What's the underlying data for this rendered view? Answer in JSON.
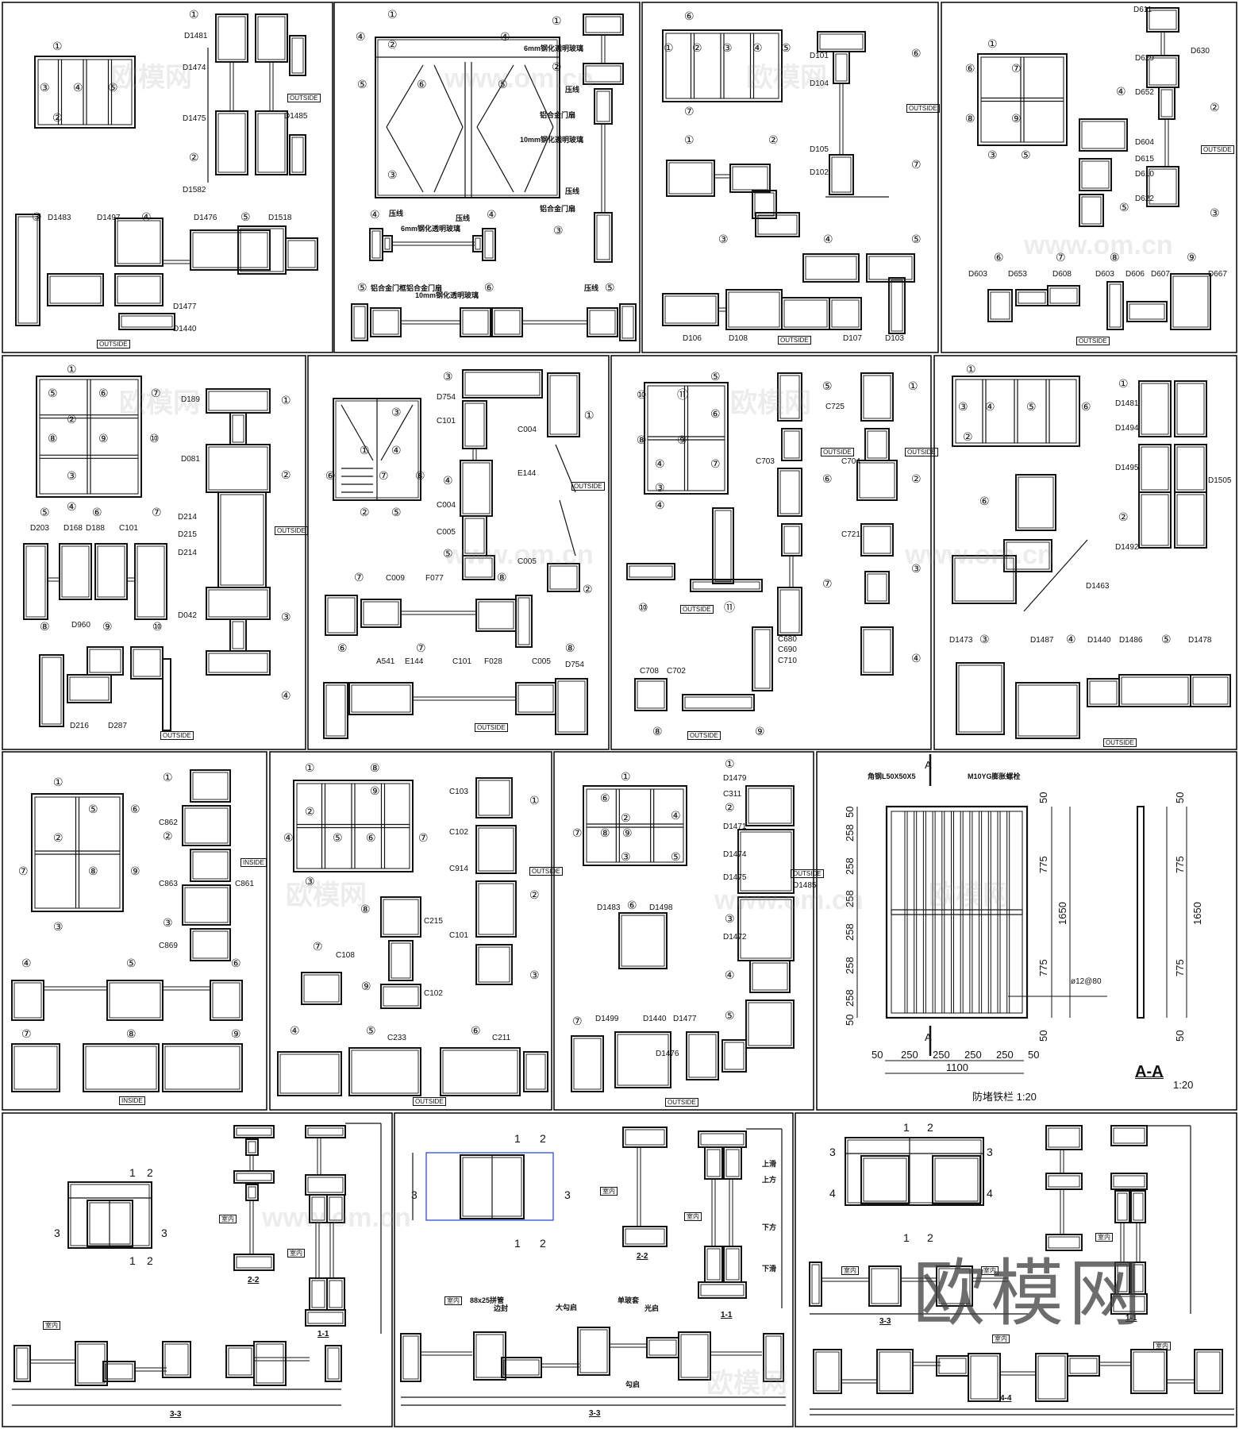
{
  "watermark": {
    "logo": "欧模网",
    "url": "www.om.cn"
  },
  "panels": [
    {
      "labels": [
        "①",
        "D1481",
        "D1474",
        "OUTSIDE",
        "D1475",
        "D1485",
        "②",
        "D1582",
        "①",
        "③",
        "④",
        "⑤",
        "②",
        "③",
        "D1483",
        "D1497",
        "④",
        "D1476",
        "⑤",
        "D1518",
        "D1477",
        "D1440",
        "OUTSIDE"
      ]
    },
    {
      "labels": [
        "①",
        "②",
        "④",
        "④",
        "⑤",
        "⑥",
        "⑤",
        "③",
        "①",
        "6mm钢化透明玻璃",
        "②",
        "压线",
        "铝合金门扇",
        "10mm钢化透明玻璃",
        "压线",
        "铝合金门扇",
        "③",
        "④",
        "压线",
        "6mm钢化透明玻璃",
        "压线",
        "④",
        "⑤",
        "铝合金门框铝合金门扇",
        "10mm钢化透明玻璃",
        "⑥",
        "压线",
        "⑤"
      ]
    },
    {
      "labels": [
        "⑥",
        "①",
        "②",
        "③",
        "④",
        "⑤",
        "⑦",
        "D101",
        "D104",
        "OUTSIDE",
        "⑥",
        "①",
        "②",
        "D105",
        "D102",
        "⑦",
        "③",
        "④",
        "⑤",
        "D106",
        "D108",
        "OUTSIDE",
        "D107",
        "D103"
      ]
    },
    {
      "labels": [
        "D611",
        "D630",
        "①",
        "⑥",
        "⑦",
        "D629",
        "D652",
        "④",
        "②",
        "⑧",
        "⑨",
        "③",
        "⑤",
        "D604",
        "OUTSIDE",
        "D615",
        "D610",
        "D622",
        "⑤",
        "③",
        "⑥",
        "⑦",
        "⑧",
        "⑨",
        "D603",
        "D653",
        "D608",
        "D603",
        "D606",
        "D607",
        "D667",
        "OUTSIDE"
      ]
    },
    {
      "labels": [
        "①",
        "⑤",
        "⑥",
        "⑦",
        "②",
        "⑧",
        "⑨",
        "⑩",
        "③",
        "④",
        "D189",
        "①",
        "D081",
        "②",
        "OUTSIDE",
        "D214",
        "D215",
        "D214",
        "D042",
        "③",
        "④",
        "⑤",
        "⑥",
        "⑦",
        "D203",
        "D168",
        "D188",
        "C101",
        "⑧",
        "D960",
        "⑨",
        "⑩",
        "D216",
        "D287",
        "OUTSIDE"
      ]
    },
    {
      "labels": [
        "③",
        "D754",
        "C101",
        "C004",
        "①",
        "③",
        "④",
        "①",
        "⑥",
        "⑦",
        "⑧",
        "②",
        "⑤",
        "E144",
        "OUTSIDE",
        "④",
        "C004",
        "C005",
        "⑤",
        "C005",
        "②",
        "⑦",
        "C009",
        "F077",
        "⑧",
        "⑥",
        "⑦",
        "⑧",
        "A541",
        "E144",
        "C101",
        "F028",
        "C005",
        "D754",
        "OUTSIDE"
      ]
    },
    {
      "labels": [
        "⑩",
        "⑪",
        "⑤",
        "⑥",
        "⑧",
        "⑨",
        "④",
        "⑦",
        "③",
        "④",
        "⑤",
        "C725",
        "OUTSIDE",
        "C703",
        "⑥",
        "①",
        "OUTSIDE",
        "C704",
        "②",
        "C721",
        "③",
        "⑦",
        "④",
        "⑩",
        "OUTSIDE",
        "⑪",
        "C680",
        "C690",
        "C710",
        "C708",
        "C702",
        "⑧",
        "OUTSIDE",
        "⑨"
      ]
    },
    {
      "labels": [
        "①",
        "③",
        "④",
        "⑤",
        "⑥",
        "②",
        "①",
        "D1481",
        "D1494",
        "D1495",
        "D1505",
        "②",
        "D1492",
        "⑥",
        "D1463",
        "D1473",
        "③",
        "D1487",
        "④",
        "D1440",
        "D1486",
        "⑤",
        "D1478",
        "OUTSIDE"
      ]
    },
    {
      "labels": [
        "①",
        "⑤",
        "②",
        "⑥",
        "⑦",
        "⑧",
        "⑨",
        "③",
        "①",
        "C862",
        "②",
        "INSIDE",
        "C861",
        "C863",
        "③",
        "C869",
        "④",
        "⑤",
        "⑥",
        "⑦",
        "⑧",
        "⑨",
        "INSIDE"
      ]
    },
    {
      "labels": [
        "①",
        "⑧",
        "②",
        "⑨",
        "④",
        "⑤",
        "⑥",
        "⑦",
        "③",
        "C103",
        "①",
        "C102",
        "C914",
        "OUTSIDE",
        "②",
        "C101",
        "③",
        "⑧",
        "C215",
        "⑦",
        "C108",
        "⑨",
        "C102",
        "④",
        "⑤",
        "C233",
        "⑥",
        "C211",
        "OUTSIDE"
      ]
    },
    {
      "labels": [
        "①",
        "⑥",
        "②",
        "④",
        "⑦",
        "⑧",
        "⑨",
        "③",
        "⑤",
        "①",
        "D1479",
        "C311",
        "②",
        "D1471",
        "D1474",
        "OUTSIDE",
        "D1475",
        "D1485",
        "③",
        "D1472",
        "④",
        "⑤",
        "D1483",
        "⑥",
        "D1498",
        "⑦",
        "D1499",
        "D1440",
        "D1477",
        "D1476",
        "OUTSIDE"
      ]
    },
    {
      "labels": [
        "A",
        "A",
        "角钢L50X50X5",
        "M10YG膨胀螺栓",
        "ø12@80",
        "防堵铁栏 1:20",
        "A-A",
        "1:20"
      ]
    },
    {
      "labels": [
        "1",
        "2",
        "3",
        "3",
        "1",
        "2",
        "室内",
        "2-2",
        "室内",
        "1-1",
        "室内",
        "3-3"
      ]
    },
    {
      "labels": [
        "1",
        "2",
        "3",
        "3",
        "1",
        "2",
        "室内",
        "2-2",
        "上滑",
        "上方",
        "室内",
        "下方",
        "下滑",
        "1-1",
        "室内",
        "88x25拼管",
        "边封",
        "大勾启",
        "单玻套",
        "光启",
        "勾启",
        "3-3"
      ]
    },
    {
      "labels": [
        "1",
        "2",
        "3",
        "3",
        "4",
        "4",
        "1",
        "2",
        "室内",
        "1-1",
        "室内",
        "室内",
        "3-3",
        "室内",
        "4-4",
        "室内"
      ]
    }
  ],
  "railing": {
    "dims_left": [
      "50",
      "258",
      "258",
      "258",
      "258",
      "258",
      "258",
      "50"
    ],
    "dims_right": [
      "50",
      "775",
      "1650",
      "775",
      "50"
    ],
    "dims_section": [
      "50",
      "775",
      "1650",
      "775",
      "50"
    ],
    "dims_bottom": [
      "50",
      "250",
      "250",
      "250",
      "250",
      "50",
      "1100"
    ],
    "vertical_bars": 12
  },
  "colors": {
    "line": "#111111",
    "seal": "#1a3fd6"
  }
}
